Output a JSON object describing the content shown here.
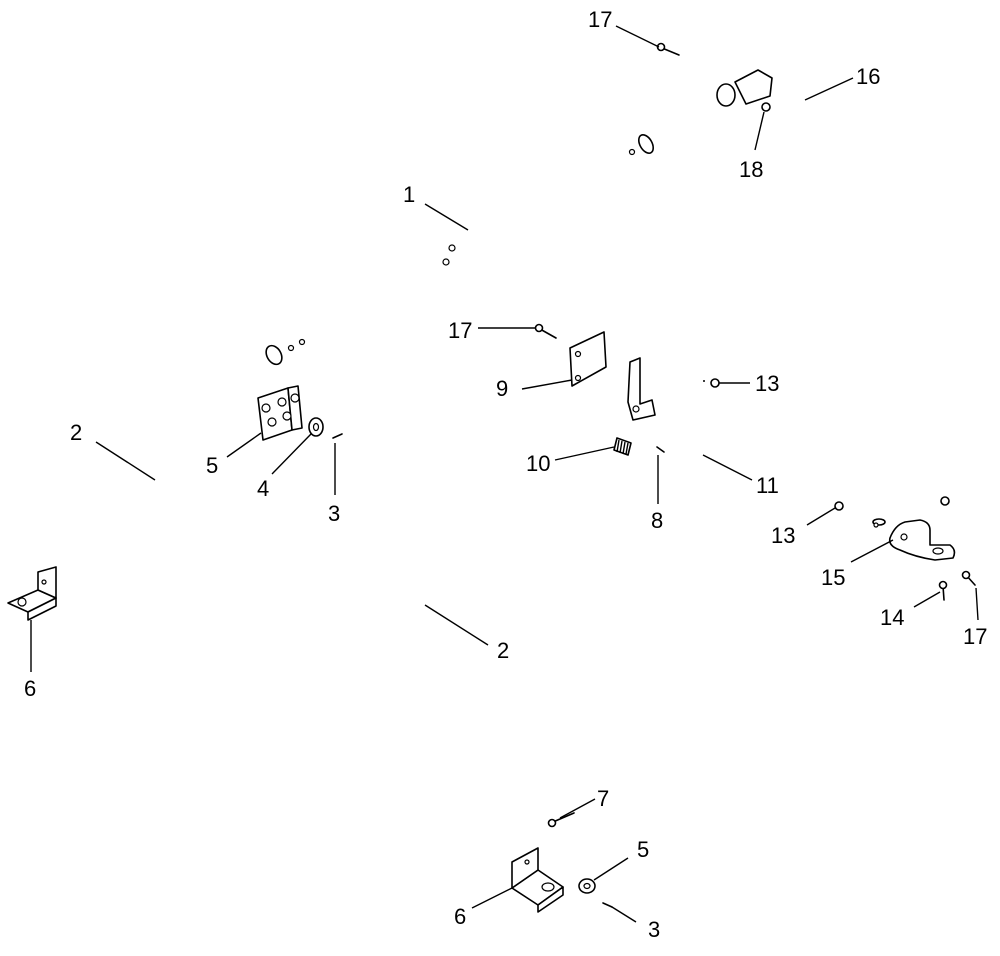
{
  "diagram": {
    "callouts": [
      {
        "id": "c1",
        "label": "1"
      },
      {
        "id": "c2a",
        "label": "2"
      },
      {
        "id": "c2b",
        "label": "2"
      },
      {
        "id": "c3a",
        "label": "3"
      },
      {
        "id": "c3b",
        "label": "3"
      },
      {
        "id": "c4",
        "label": "4"
      },
      {
        "id": "c5a",
        "label": "5"
      },
      {
        "id": "c5b",
        "label": "5"
      },
      {
        "id": "c6a",
        "label": "6"
      },
      {
        "id": "c6b",
        "label": "6"
      },
      {
        "id": "c7",
        "label": "7"
      },
      {
        "id": "c8",
        "label": "8"
      },
      {
        "id": "c9",
        "label": "9"
      },
      {
        "id": "c10",
        "label": "10"
      },
      {
        "id": "c11",
        "label": "11"
      },
      {
        "id": "c13a",
        "label": "13"
      },
      {
        "id": "c13b",
        "label": "13"
      },
      {
        "id": "c14",
        "label": "14"
      },
      {
        "id": "c15",
        "label": "15"
      },
      {
        "id": "c16",
        "label": "16"
      },
      {
        "id": "c17a",
        "label": "17"
      },
      {
        "id": "c17b",
        "label": "17"
      },
      {
        "id": "c17c",
        "label": "17"
      },
      {
        "id": "c18",
        "label": "18"
      }
    ]
  }
}
